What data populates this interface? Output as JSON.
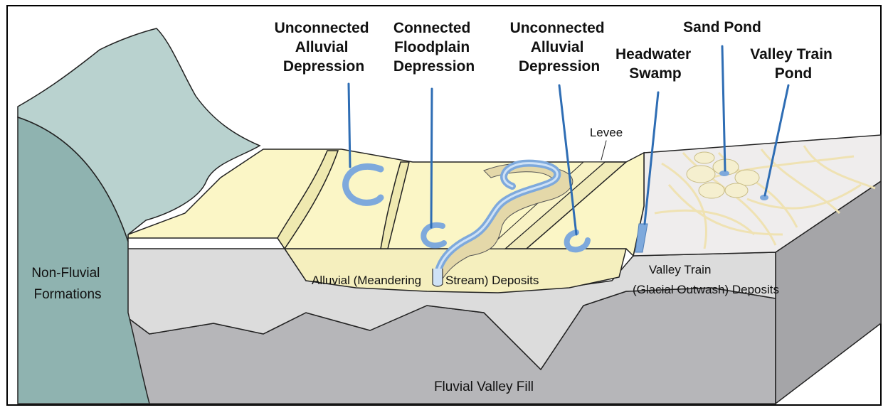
{
  "labels": {
    "unconnected_alluvial_left": [
      "Unconnected",
      "Alluvial",
      "Depression"
    ],
    "connected_floodplain": [
      "Connected",
      "Floodplain",
      "Depression"
    ],
    "unconnected_alluvial_right": [
      "Unconnected",
      "Alluvial",
      "Depression"
    ],
    "headwater_swamp": [
      "Headwater",
      "Swamp"
    ],
    "sand_pond": [
      "Sand Pond"
    ],
    "valley_train_pond": [
      "Valley Train",
      "Pond"
    ],
    "levee": "Levee",
    "non_fluvial": [
      "Non-Fluvial",
      "Formations"
    ],
    "alluvial_deposits": [
      "Alluvial (Meandering",
      "Stream) Deposits"
    ],
    "valley_train_deposits": [
      "Valley Train",
      "(Glacial Outwash) Deposits"
    ],
    "fluvial_valley_fill": "Fluvial Valley Fill"
  },
  "colors": {
    "border": "#000000",
    "non_fluvial_front": "#8fb3b0",
    "non_fluvial_top": "#b9d2cf",
    "floodplain_top": "#fbf6c6",
    "alluvial_deposit": "#f5efbe",
    "valley_train_surface": "#efeded",
    "valley_train_deposit": "#dcdcdc",
    "valley_fill": "#b6b6b9",
    "water": "#7ea9dc",
    "water_light": "#cfe2f6",
    "leader": "#2e6db4"
  }
}
